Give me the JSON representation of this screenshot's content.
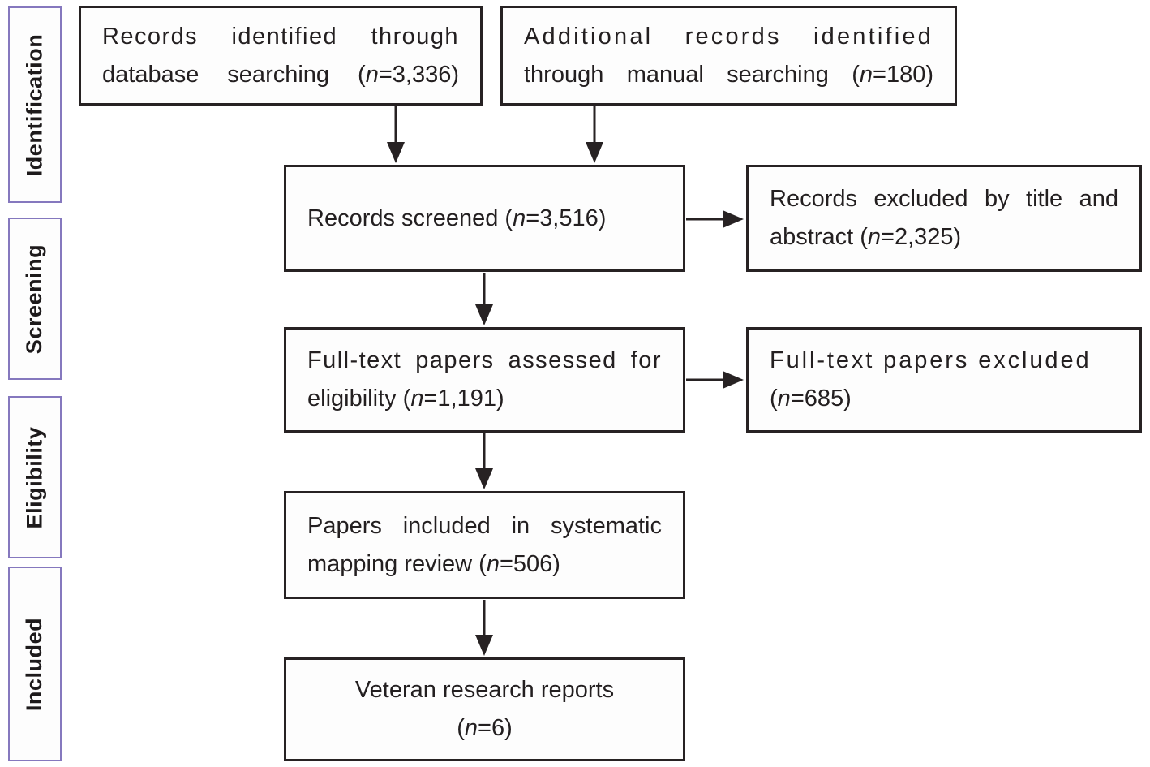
{
  "colors": {
    "stage_border": "#8578be",
    "box_border": "#272223",
    "arrow": "#272223",
    "text": "#231f20",
    "background": "#ffffff"
  },
  "stages": [
    {
      "label": "Identification"
    },
    {
      "label": "Screening"
    },
    {
      "label": "Eligibility"
    },
    {
      "label": "Included"
    }
  ],
  "boxes": {
    "database_search": {
      "lines": [
        "Records identified through",
        "database searching (n=3,336)"
      ],
      "n": "3,336"
    },
    "manual_search": {
      "lines": [
        "Additional records identified",
        "through manual searching (n=180)"
      ],
      "n": "180"
    },
    "screened": {
      "lines": [
        "Records screened (n=3,516)"
      ],
      "n": "3,516"
    },
    "excluded_title_abstract": {
      "lines": [
        "Records excluded by title and",
        "abstract (n=2,325)"
      ],
      "n": "2,325"
    },
    "fulltext_assessed": {
      "lines": [
        "Full-text papers assessed for",
        "eligibility (n=1,191)"
      ],
      "n": "1,191"
    },
    "fulltext_excluded": {
      "lines": [
        "Full-text papers excluded",
        "(n=685)"
      ],
      "n": "685"
    },
    "included_mapping_review": {
      "lines": [
        "Papers included in systematic",
        "mapping review (n=506)"
      ],
      "n": "506"
    },
    "veteran_reports": {
      "lines": [
        "Veteran research reports",
        "(n=6)"
      ],
      "n": "6"
    }
  }
}
